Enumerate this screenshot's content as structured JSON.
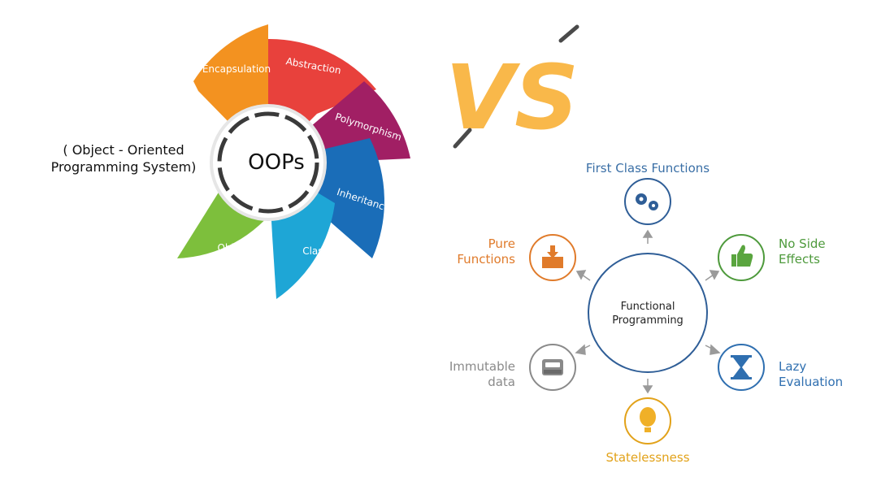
{
  "oop": {
    "center_label": "OOPs",
    "caption_line1": "( Object - Oriented",
    "caption_line2": "Programming System)",
    "petals": [
      {
        "label": "Encapsulation",
        "color": "#f39220"
      },
      {
        "label": "Abstraction",
        "color": "#e8413c"
      },
      {
        "label": "Polymorphism",
        "color": "#a11f64"
      },
      {
        "label": "Inheritance",
        "color": "#1a6db8"
      },
      {
        "label": "Class",
        "color": "#1ea6d6"
      },
      {
        "label": "Object",
        "color": "#7dbf3c"
      }
    ]
  },
  "vs": {
    "text": "VS",
    "color": "#f9b84a"
  },
  "fp": {
    "center_line1": "Functional",
    "center_line2": "Programming",
    "nodes": [
      {
        "name": "first-class-functions",
        "icon": "gears-icon",
        "line1": "First Class Functions",
        "line2": "",
        "color": "#3a6fa6"
      },
      {
        "name": "no-side-effects",
        "icon": "thumbs-up-icon",
        "line1": "No Side",
        "line2": "Effects",
        "color": "#4e9a3c"
      },
      {
        "name": "lazy-evaluation",
        "icon": "hourglass-icon",
        "line1": "Lazy",
        "line2": "Evaluation",
        "color": "#2f6fb0"
      },
      {
        "name": "statelessness",
        "icon": "balloon-icon",
        "line1": "Statelessness",
        "line2": "",
        "color": "#e2a21a"
      },
      {
        "name": "immutable-data",
        "icon": "drive-icon",
        "line1": "Immutable",
        "line2": "data",
        "color": "#8a8a8a"
      },
      {
        "name": "pure-functions",
        "icon": "download-box-icon",
        "line1": "Pure",
        "line2": "Functions",
        "color": "#e07b2b"
      }
    ]
  }
}
